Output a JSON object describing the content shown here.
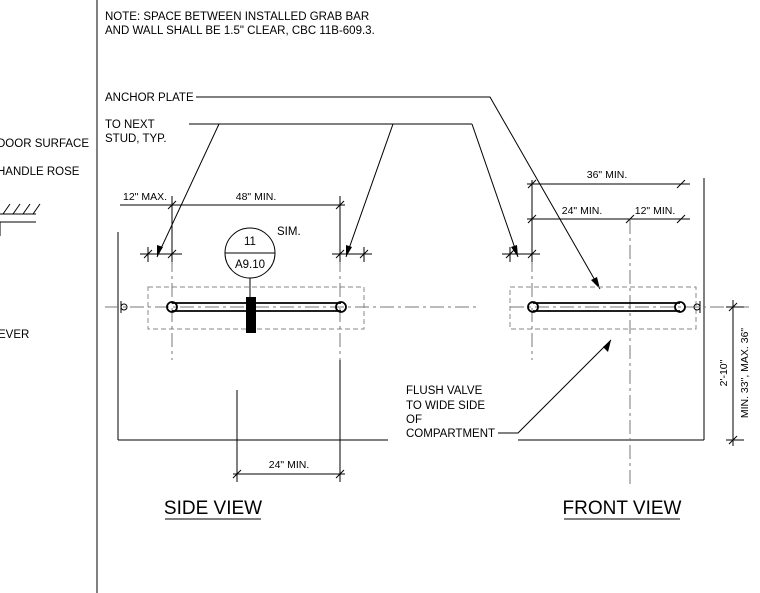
{
  "note": {
    "line1": "NOTE: SPACE BETWEEN INSTALLED GRAB BAR",
    "line2": "AND WALL SHALL BE 1.5\" CLEAR, CBC 11B-609.3."
  },
  "left_panel": {
    "door_surface": "DOOR SURFACE",
    "handle_rose": "HANDLE ROSE",
    "lever": "EVER"
  },
  "callouts": {
    "anchor_plate": "ANCHOR PLATE",
    "to_next_line1": "TO NEXT",
    "to_next_line2": "STUD, TYP.",
    "flush_line1": "FLUSH VALVE",
    "flush_line2": "TO WIDE SIDE",
    "flush_line3": "OF",
    "flush_line4": "COMPARTMENT"
  },
  "side_view": {
    "title": "SIDE VIEW",
    "dim_12_max": "12\" MAX.",
    "dim_48_min": "48\" MIN.",
    "dim_24_min": "24\" MIN.",
    "detail_number": "11",
    "detail_sheet": "A9.10",
    "sim": "SIM."
  },
  "front_view": {
    "title": "FRONT VIEW",
    "dim_36_min": "36\" MIN.",
    "dim_24_min": "24\" MIN.",
    "dim_12_min": "12\" MIN.",
    "dim_height": "2'-10\"",
    "dim_range": "MIN. 33\", MAX. 36\""
  }
}
